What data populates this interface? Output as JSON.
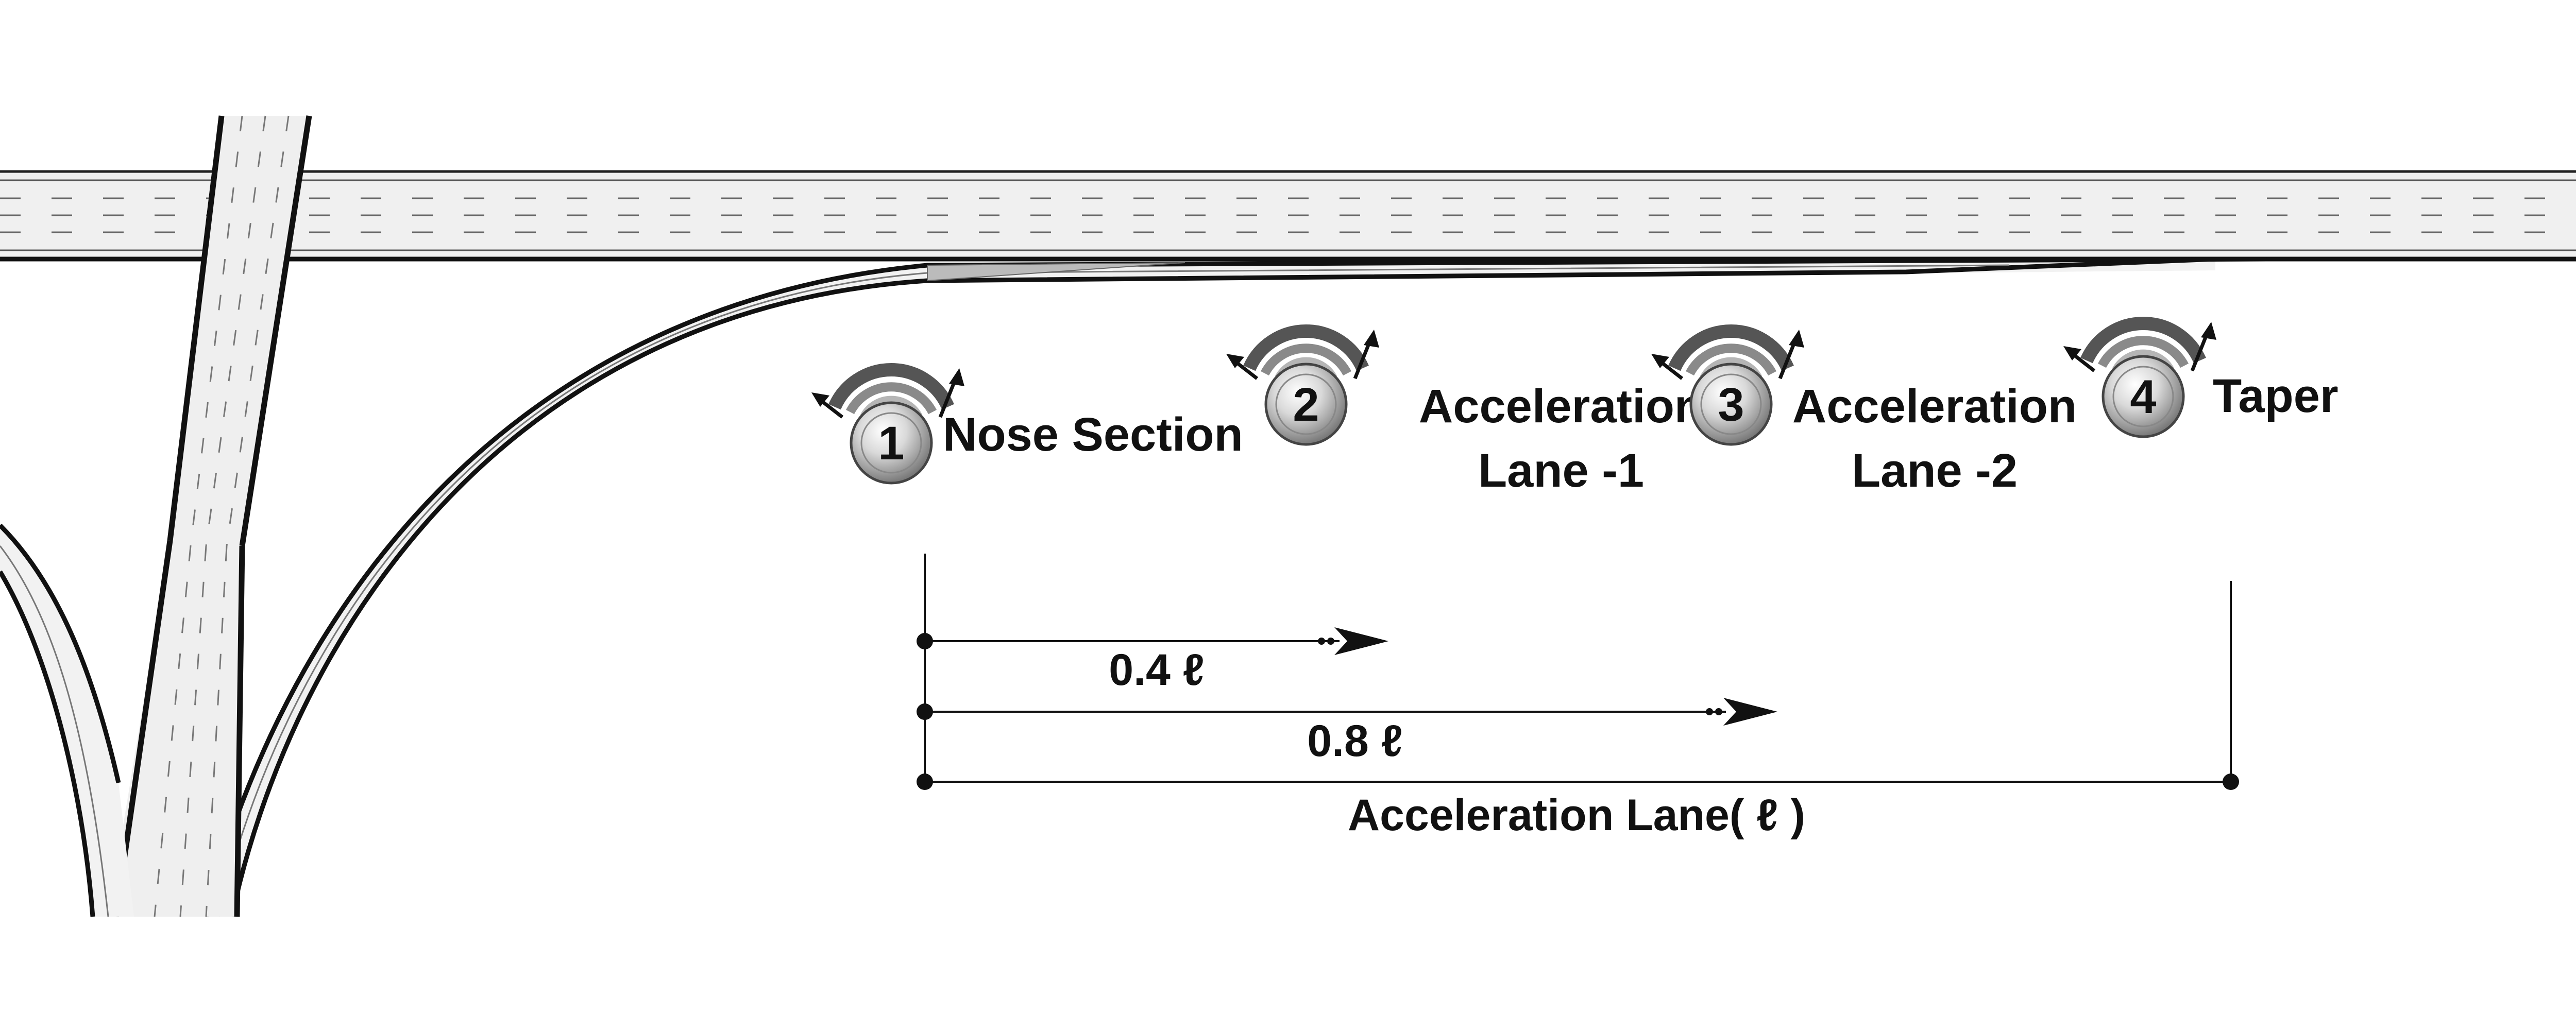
{
  "markers": [
    {
      "num": "1",
      "label": "Nose Section"
    },
    {
      "num": "2",
      "label_line1": "Acceleration",
      "label_line2": "Lane -1"
    },
    {
      "num": "3",
      "label_line1": "Acceleration",
      "label_line2": "Lane -2"
    },
    {
      "num": "4",
      "label": "Taper"
    }
  ],
  "dimensions": {
    "d1": "0.4 ℓ",
    "d2": "0.8 ℓ",
    "d3": "Acceleration Lane( ℓ )"
  }
}
